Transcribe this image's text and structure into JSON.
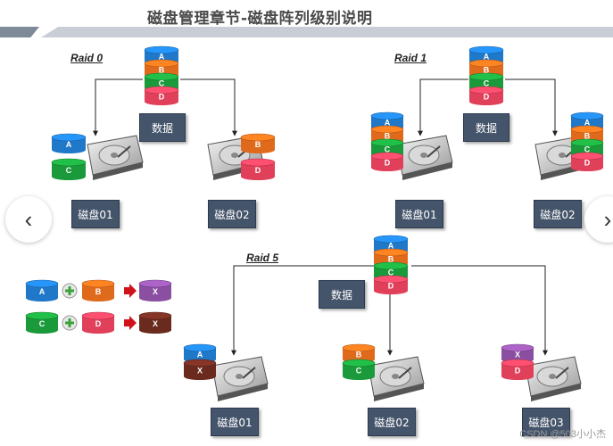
{
  "title": "磁盘管理章节-磁盘阵列级别说明",
  "watermark": "CSDN @503小小杰",
  "colors": {
    "A": "#1f78c8",
    "B": "#e06a1c",
    "C": "#1a9a3a",
    "D": "#e0405a",
    "X": "#6b2a1e",
    "Xp": "#8a4fa0",
    "box": "#44546a"
  },
  "nav": {
    "prev_icon": "chevron-left-icon",
    "next_icon": "chevron-right-icon",
    "prev": "‹",
    "next": "›"
  },
  "raid0": {
    "label": "Raid 0",
    "data_label": "数据",
    "disk1": "磁盘01",
    "disk2": "磁盘02",
    "stack": [
      "A",
      "B",
      "C",
      "D"
    ],
    "disk1_parts": [
      "A",
      "C"
    ],
    "disk2_parts": [
      "B",
      "D"
    ]
  },
  "raid1": {
    "label": "Raid 1",
    "data_label": "数据",
    "disk1": "磁盘01",
    "disk2": "磁盘02",
    "stack": [
      "A",
      "B",
      "C",
      "D"
    ],
    "disk1_parts": [
      "A",
      "B",
      "C",
      "D"
    ],
    "disk2_parts": [
      "A",
      "B",
      "C",
      "D"
    ]
  },
  "raid5": {
    "label": "Raid 5",
    "data_label": "数据",
    "disk1": "磁盘01",
    "disk2": "磁盘02",
    "disk3": "磁盘03",
    "stack": [
      "A",
      "B",
      "C",
      "D"
    ],
    "disk1_parts": [
      "A",
      "X"
    ],
    "disk2_parts": [
      "B",
      "C"
    ],
    "disk3_parts": [
      "X",
      "D"
    ]
  },
  "parity": {
    "row1": [
      "A",
      "B",
      "X"
    ],
    "row2": [
      "C",
      "D",
      "X"
    ]
  }
}
